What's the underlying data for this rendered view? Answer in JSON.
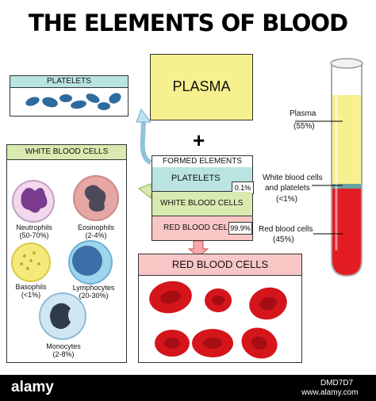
{
  "title": "THE ELEMENTS OF BLOOD",
  "platelets_box": {
    "header": "PLATELETS"
  },
  "plasma_box": {
    "label": "PLASMA"
  },
  "plus": "+",
  "formed": {
    "header": "FORMED ELEMENTS",
    "rows": [
      {
        "label": "PLATELETS",
        "percent": "0.1%"
      },
      {
        "label": "WHITE BLOOD CELLS",
        "percent": ""
      },
      {
        "label": "RED BLOOD CELLS",
        "percent": "99.9%"
      }
    ]
  },
  "wbc_box": {
    "header": "WHITE BLOOD CELLS",
    "cells": [
      {
        "name": "Neutrophils",
        "pct": "(50-70%)"
      },
      {
        "name": "Eosinophils",
        "pct": "(2-4%)"
      },
      {
        "name": "Basophils",
        "pct": "(<1%)"
      },
      {
        "name": "Lymphocytes",
        "pct": "(20-30%)"
      },
      {
        "name": "Monocytes",
        "pct": "(2-8%)"
      }
    ]
  },
  "rbc_box": {
    "header": "RED BLOOD CELLS"
  },
  "tube": {
    "plasma_label": "Plasma",
    "plasma_pct": "(55%)",
    "wbc_label_1": "White blood cells",
    "wbc_label_2": "and platelets",
    "wbc_pct": "(<1%)",
    "rbc_label": "Red blood cells",
    "rbc_pct": "(45%)"
  },
  "watermark": {
    "brand": "alamy",
    "stock_id": "DMD7D7",
    "url": "www.alamy.com"
  },
  "colors": {
    "plasma": "#f7f08e",
    "platelet": "#2e6b9f",
    "rbc": "#d4151b",
    "teal": "#b9e4e0",
    "green": "#d9eab0",
    "pink": "#f9c6c6"
  }
}
